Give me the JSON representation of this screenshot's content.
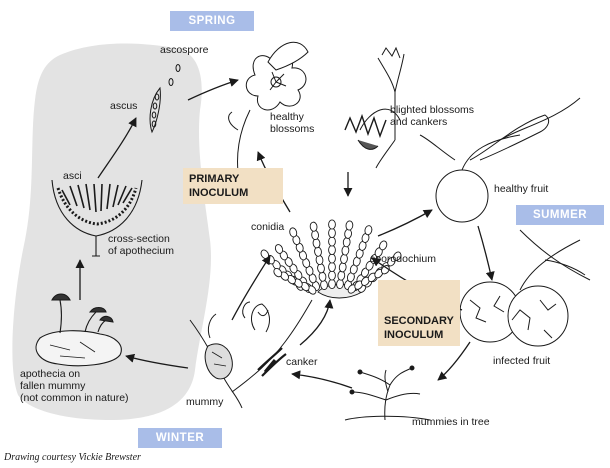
{
  "title": "",
  "colors": {
    "season_bg": "#a9bde8",
    "season_text": "#ffffff",
    "inoculum_bg": "#f2e0c4",
    "gray_panel": "#e3e3e3",
    "ink": "#1a1a1a"
  },
  "seasons": {
    "spring": "SPRING",
    "summer": "SUMMER",
    "winter": "WINTER"
  },
  "inoculum": {
    "primary": [
      "PRIMARY",
      "INOCULUM"
    ],
    "secondary": [
      "SECONDARY",
      "INOCULUM"
    ]
  },
  "labels": {
    "ascospore": "ascospore",
    "ascus": "ascus",
    "asci": "asci",
    "cross_section": [
      "cross-section",
      "of apothecium"
    ],
    "apothecia": [
      "apothecia on",
      "fallen mummy",
      "(not common in nature)"
    ],
    "healthy_blossoms": [
      "healthy",
      "blossoms"
    ],
    "blighted": [
      "blighted blossoms",
      "and cankers"
    ],
    "healthy_fruit": "healthy fruit",
    "conidia": "conidia",
    "sporodochium": "sporodochium",
    "infected_fruit": "infected fruit",
    "mummies_in_tree": "mummies in tree",
    "canker": "canker",
    "mummy": "mummy"
  },
  "credit": "Drawing courtesy Vickie Brewster"
}
